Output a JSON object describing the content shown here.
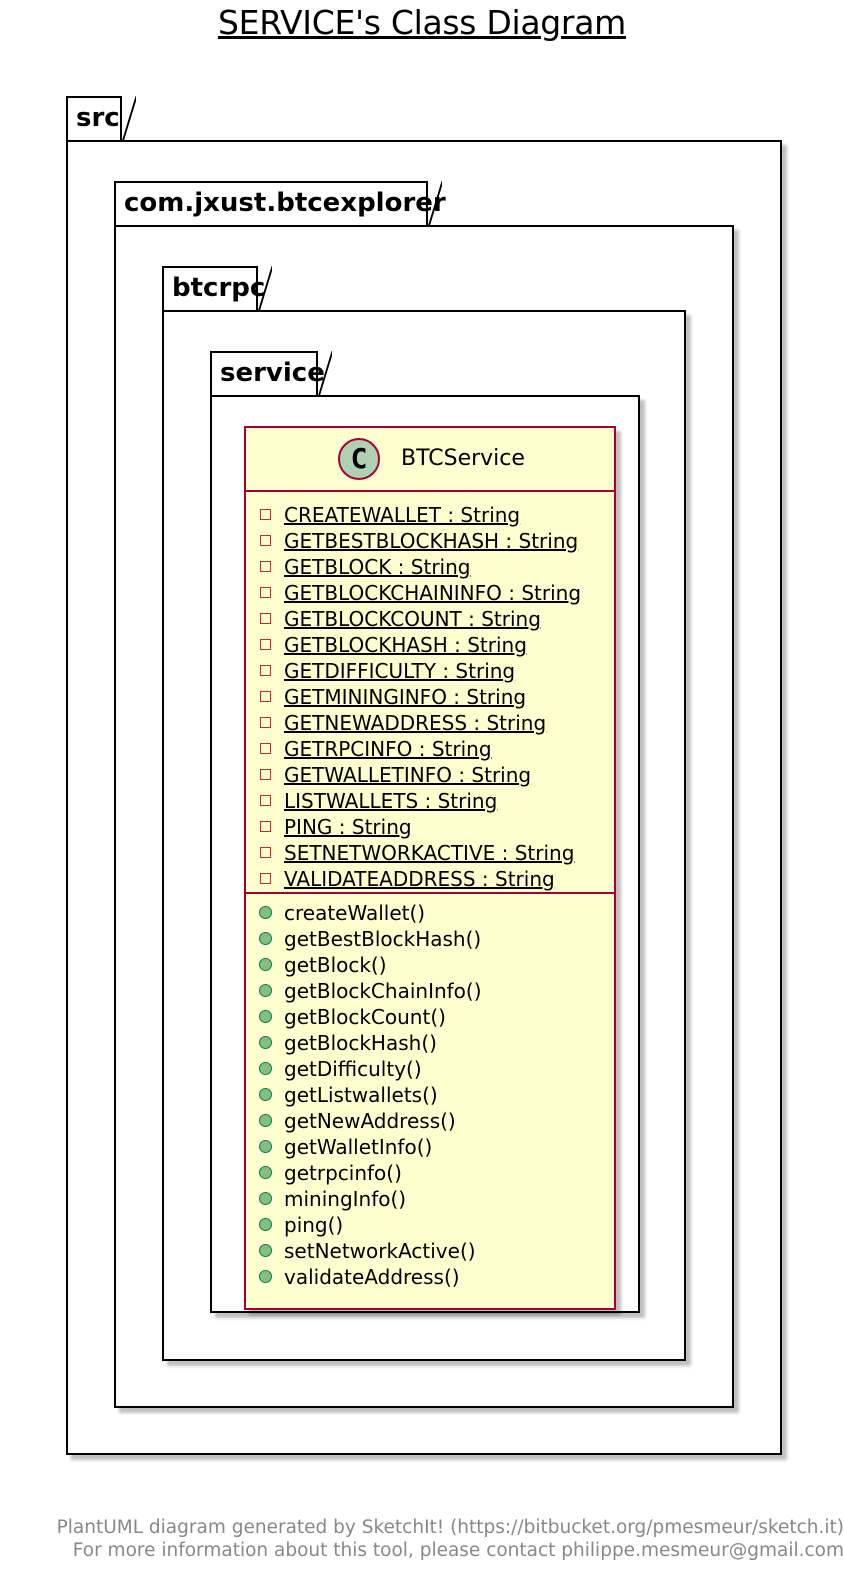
{
  "title": "SERVICE's Class Diagram",
  "packages": [
    {
      "name": "src"
    },
    {
      "name": "com.jxust.btcexplorer"
    },
    {
      "name": "btcrpc"
    },
    {
      "name": "service"
    }
  ],
  "class": {
    "name": "BTCService",
    "stereotype_icon": "C",
    "fields": [
      "CREATEWALLET : String",
      "GETBESTBLOCKHASH : String",
      "GETBLOCK : String",
      "GETBLOCKCHAININFO : String",
      "GETBLOCKCOUNT : String",
      "GETBLOCKHASH : String",
      "GETDIFFICULTY : String",
      "GETMININGINFO : String",
      "GETNEWADDRESS : String",
      "GETRPCINFO : String",
      "GETWALLETINFO : String",
      "LISTWALLETS : String",
      "PING : String",
      "SETNETWORKACTIVE : String",
      "VALIDATEADDRESS : String"
    ],
    "methods": [
      "createWallet()",
      "getBestBlockHash()",
      "getBlock()",
      "getBlockChainInfo()",
      "getBlockCount()",
      "getBlockHash()",
      "getDifficulty()",
      "getListwallets()",
      "getNewAddress()",
      "getWalletInfo()",
      "getrpcinfo()",
      "miningInfo()",
      "ping()",
      "setNetworkActive()",
      "validateAddress()"
    ]
  },
  "footer": {
    "line1": "PlantUML diagram generated by SketchIt! (https://bitbucket.org/pmesmeur/sketch.it)",
    "line2": "For more information about this tool, please contact philippe.mesmeur@gmail.com"
  },
  "colors": {
    "class_fill": "#fefece",
    "class_border": "#a80036",
    "class_icon": "#add1b2",
    "private_marker": "#c82930",
    "public_marker": "#84be84"
  }
}
